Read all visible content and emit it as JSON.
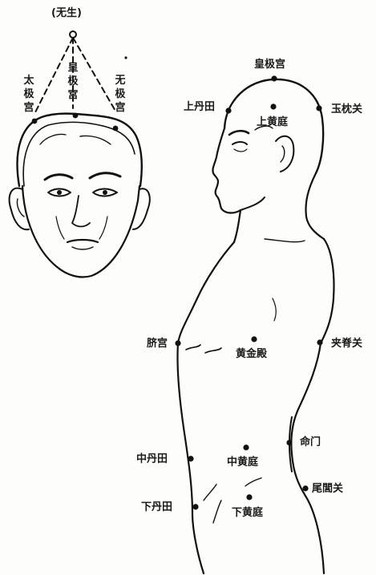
{
  "head_diagram": {
    "apex_label": "(无生)",
    "left_label": "太极宫",
    "center_label": "皇极宫",
    "right_label": "无极宫"
  },
  "body_diagram": {
    "top_label": "皇极宫",
    "upper_dantian": "上丹田",
    "upper_yellow_court": "上黄庭",
    "jade_pillow_pass": "玉枕关",
    "navel_palace": "脐宫",
    "golden_hall": "黄金殿",
    "spine_pass": "夹脊关",
    "gate_of_life": "命门",
    "middle_dantian": "中丹田",
    "middle_yellow_court": "中黄庭",
    "lower_dantian": "下丹田",
    "lower_yellow_court": "下黄庭",
    "tailbone_pass": "尾閭关"
  }
}
